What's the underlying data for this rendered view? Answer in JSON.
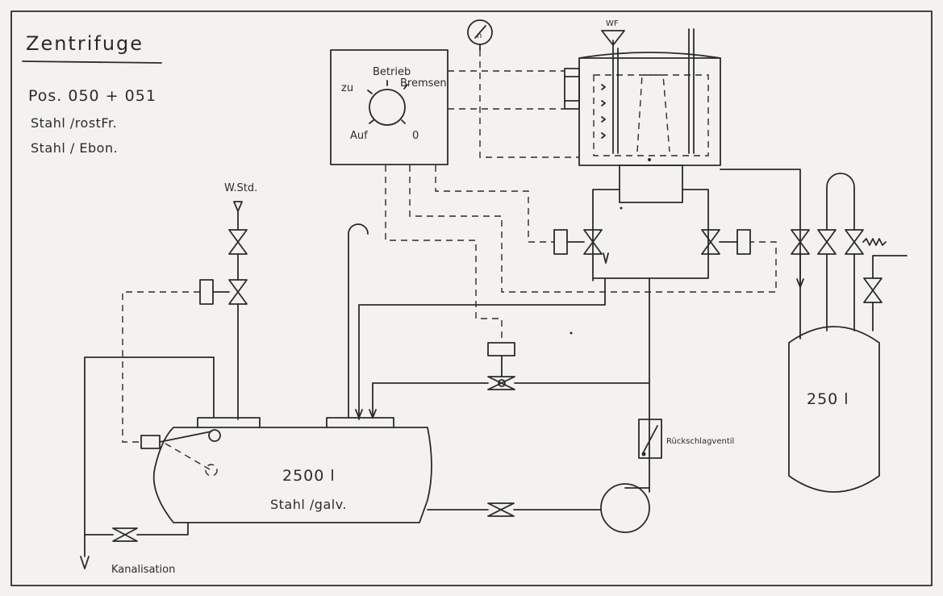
{
  "header": {
    "title": "Zentrifuge",
    "position": "Pos. 050 + 051",
    "material_1": "Stahl /rostFr.",
    "material_2": "Stahl / Ebon."
  },
  "control_box": {
    "label_betrieb": "Betrieb",
    "label_bremsen": "Bremsen",
    "label_zu": "zu",
    "label_auf": "Auf",
    "label_zero": "0"
  },
  "gauge": {
    "label": "n"
  },
  "centrifuge": {
    "feed_label": "WF"
  },
  "water_supply": {
    "label": "W.Std."
  },
  "main_tank": {
    "volume": "2500 l",
    "material": "Stahl /galv."
  },
  "small_tank": {
    "volume": "250 l"
  },
  "check_valve": {
    "label": "Rückschlagventil"
  },
  "drain": {
    "label": "Kanalisation"
  }
}
